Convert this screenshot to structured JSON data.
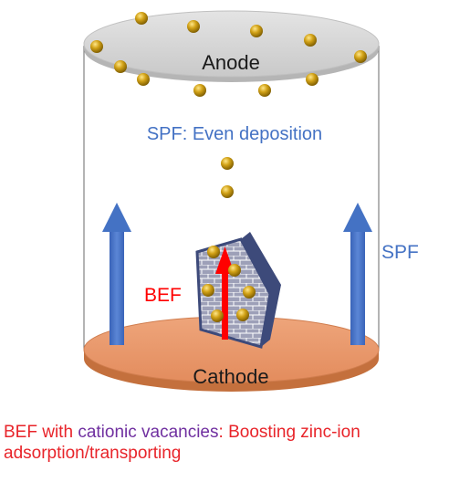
{
  "diagram": {
    "anode_label": "Anode",
    "cathode_label": "Cathode",
    "spf_deposition_label": "SPF: Even deposition",
    "spf_side_label": "SPF",
    "bef_label": "BEF"
  },
  "caption": {
    "part1": "BEF with ",
    "part2": "cationic vacancies",
    "part3": ": Boosting zinc-ion",
    "line2": "adsorption/transporting"
  },
  "colors": {
    "anode_fill": "#d9d9d9",
    "cathode_fill": "#e9976a",
    "spf_blue": "#4472c4",
    "bef_red": "#ff0000",
    "vacancy_purple": "#7030a0",
    "zinc_ion_gold": "#c79a10",
    "electrode_plate": "#8a8fa8"
  }
}
